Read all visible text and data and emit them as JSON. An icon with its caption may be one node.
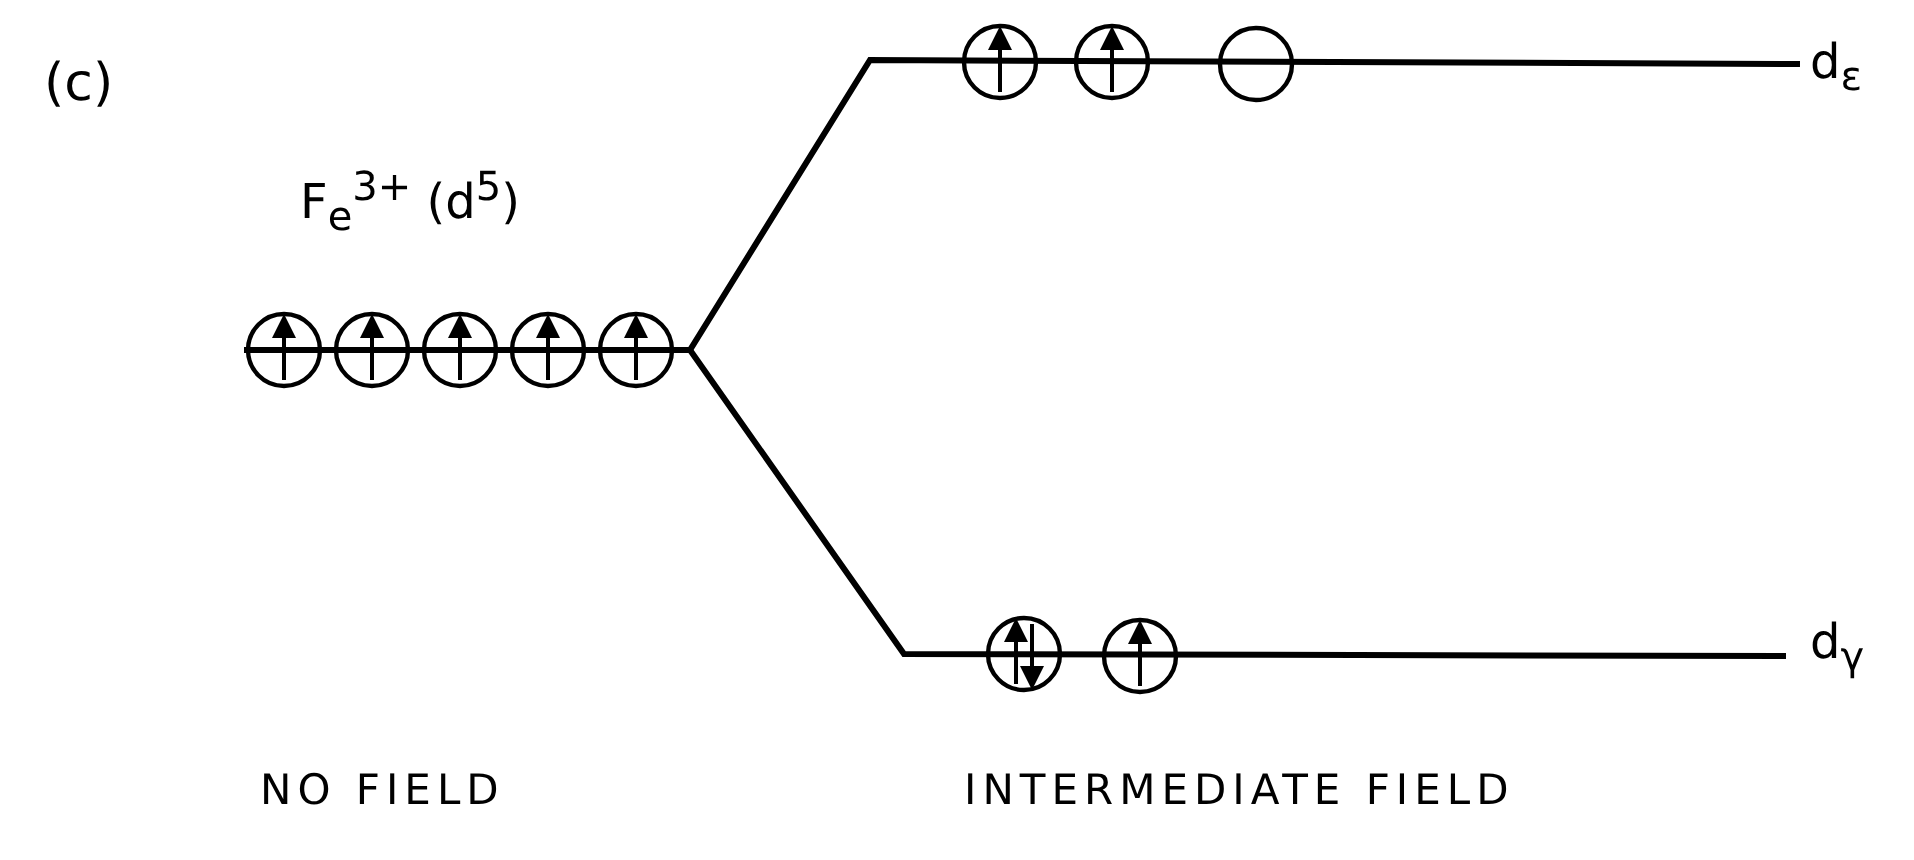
{
  "diagram": {
    "labels": [
      "(c)",
      "F$_{e}$$^{3+}$ (d$^{5}$)",
      "d$_{ε}$",
      "d$_{γ}$",
      "NO FIELD",
      "INTERMEDIATE FIELD"
    ]
  }
}
